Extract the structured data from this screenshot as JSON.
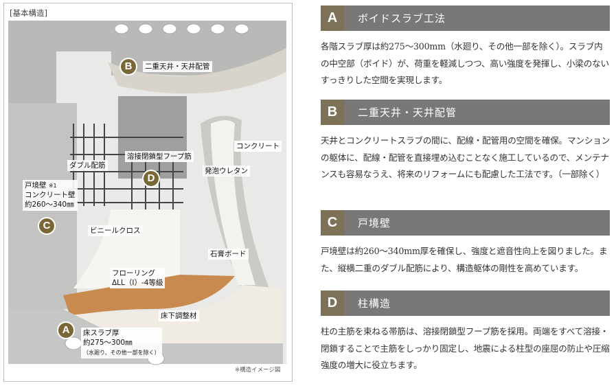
{
  "diagram": {
    "title": "[基本構造]",
    "labels": {
      "b": "二重天井・天井配管",
      "hoop": "溶接閉鎖型フープ筋",
      "double": "ダブル配筋",
      "concrete": "コンクリート",
      "urethane": "発泡ウレタン",
      "wall1": "戸境壁",
      "wall1_note": "※1",
      "wall2": "コンクリート壁",
      "wall3": "約260〜340㎜",
      "cloth": "ビニールクロス",
      "gypsum": "石膏ボード",
      "floor1": "フローリング",
      "floor2": "ΔLL（I）-4等級",
      "subfloor": "床下調整材",
      "slab1": "床スラブ厚",
      "slab2": "約275〜300㎜",
      "slab3": "（水廻り、その他一部を除く）"
    },
    "markers": [
      "A",
      "B",
      "C",
      "D"
    ],
    "caption": "※構造イメージ図"
  },
  "sections": [
    {
      "letter": "A",
      "title": "ボイドスラブ工法",
      "body": "各階スラブ厚は約275〜300mm（水廻り、その他一部を除く）。スラブ内の中空部（ボイド）が、荷重を軽減しつつ、高い強度を発揮し、小梁のないすっきりした空間を実現します。"
    },
    {
      "letter": "B",
      "title": "二重天井・天井配管",
      "body": "天井とコンクリートスラブの間に、配線・配管用の空間を確保。マンションの躯体に、配線・配管を直接埋め込むことなく施工しているので、メンテナンスも容易なうえ、将来のリフォームにも配慮した工法です。（一部除く）"
    },
    {
      "letter": "C",
      "title": "戸境壁",
      "body": "戸境壁は約260〜340mm厚を確保し、強度と遮音性向上を図りました。また、縦横二重のダブル配筋により、構造躯体の剛性を高めています。"
    },
    {
      "letter": "D",
      "title": "柱構造",
      "body": "柱の主筋を束ねる帯筋は、溶接閉鎖型フープ筋を採用。両端をすべて溶接・閉鎖することで主筋をしっかり固定し、地震による柱型の座屈の防止や圧縮強度の増大に役立ちます。"
    }
  ],
  "colors": {
    "badge": "#7d7257",
    "header": "#7a7876",
    "marker": "#7a6738"
  }
}
